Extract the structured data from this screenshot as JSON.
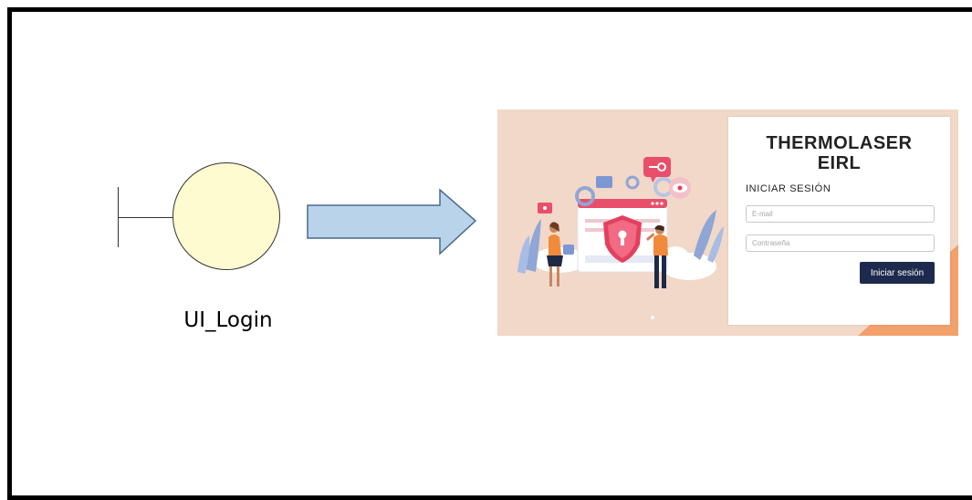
{
  "diagram": {
    "boundary_label": "UI_Login"
  },
  "login_screen": {
    "brand_line1": "THERMOLASER",
    "brand_line2": "EIRL",
    "form_title": "INICIAR SESIÓN",
    "email_placeholder": "E-mail",
    "password_placeholder": "Contraseña",
    "submit_label": "Iniciar sesión"
  },
  "colors": {
    "boundary_fill": "#fffbd0",
    "arrow_fill": "#b9d3eb",
    "arrow_stroke": "#4a6a8c",
    "screen_background": "#f2d8c8",
    "button_background": "#1d2a4d",
    "accent": "#f2a06c"
  }
}
